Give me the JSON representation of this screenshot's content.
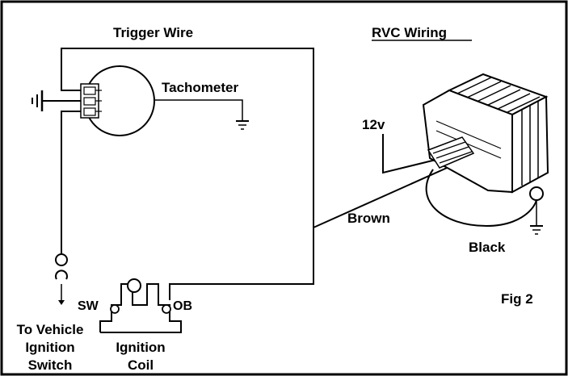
{
  "labels": {
    "trigger_wire": "Trigger Wire",
    "rvc_wiring": "RVC Wiring",
    "tachometer": "Tachometer",
    "twelve_v": "12v",
    "brown": "Brown",
    "black": "Black",
    "sw": "SW",
    "ob": "OB",
    "fig": "Fig 2",
    "to_vehicle_ignition_switch": [
      "To Vehicle",
      "Ignition",
      "Switch"
    ],
    "ignition_coil": [
      "Ignition",
      "Coil"
    ]
  },
  "colors": {
    "border": "#000000",
    "line": "#000000",
    "background": "#ffffff",
    "text": "#000000"
  },
  "icons": [
    "tachometer-gauge-icon",
    "rvc-regulator-icon",
    "ignition-coil-icon",
    "ground-symbol-icon"
  ]
}
